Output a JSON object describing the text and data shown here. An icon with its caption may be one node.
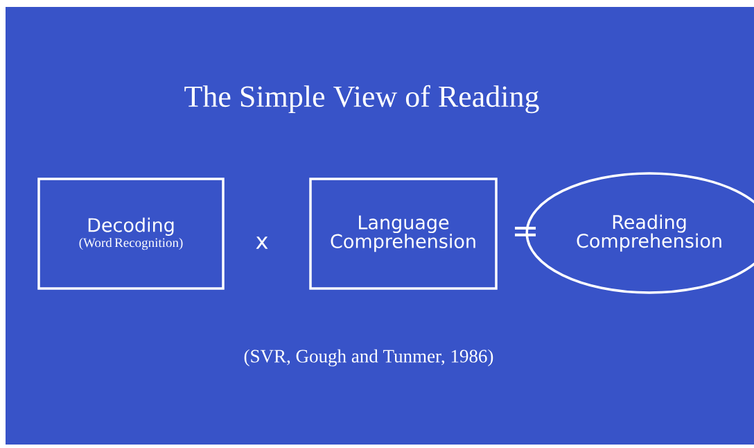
{
  "diagram": {
    "title": "The Simple View of Reading",
    "nodes": [
      {
        "text": [
          "Decoding",
          "(Word Recognition)"
        ]
      },
      {
        "text": [
          "Language Comprehension"
        ]
      },
      {
        "text": [
          "Reading Comprehension"
        ]
      }
    ],
    "labels": [
      "x",
      "=",
      "(SVR, Gough and Tunmer, 1986)"
    ]
  }
}
